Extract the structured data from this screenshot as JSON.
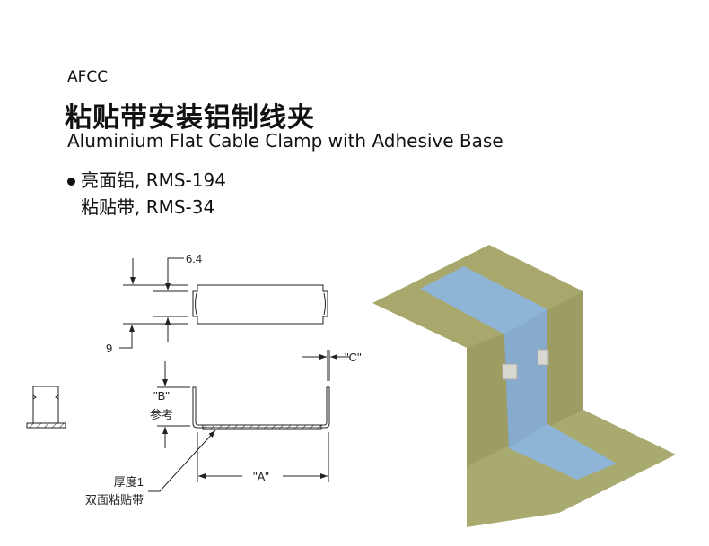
{
  "product": {
    "code": "AFCC",
    "title_cn": "粘贴带安装铝制线夹",
    "title_en": "Aluminium Flat Cable Clamp with Adhesive Base",
    "materials": [
      "亮面铝, RMS-194",
      "粘贴带, RMS-34"
    ]
  },
  "drawing": {
    "dim_width": "6.4",
    "dim_slot": "9",
    "dim_a": "\"A\"",
    "dim_b": "\"B\"",
    "dim_b_note": "参考",
    "dim_c": "\"C\"",
    "tape_note_1": "厚度1",
    "tape_note_2": "双面粘贴带"
  },
  "colors": {
    "wall": "#a4a56a",
    "cable": "#8fb5d6",
    "clip": "#d8d8d0"
  }
}
